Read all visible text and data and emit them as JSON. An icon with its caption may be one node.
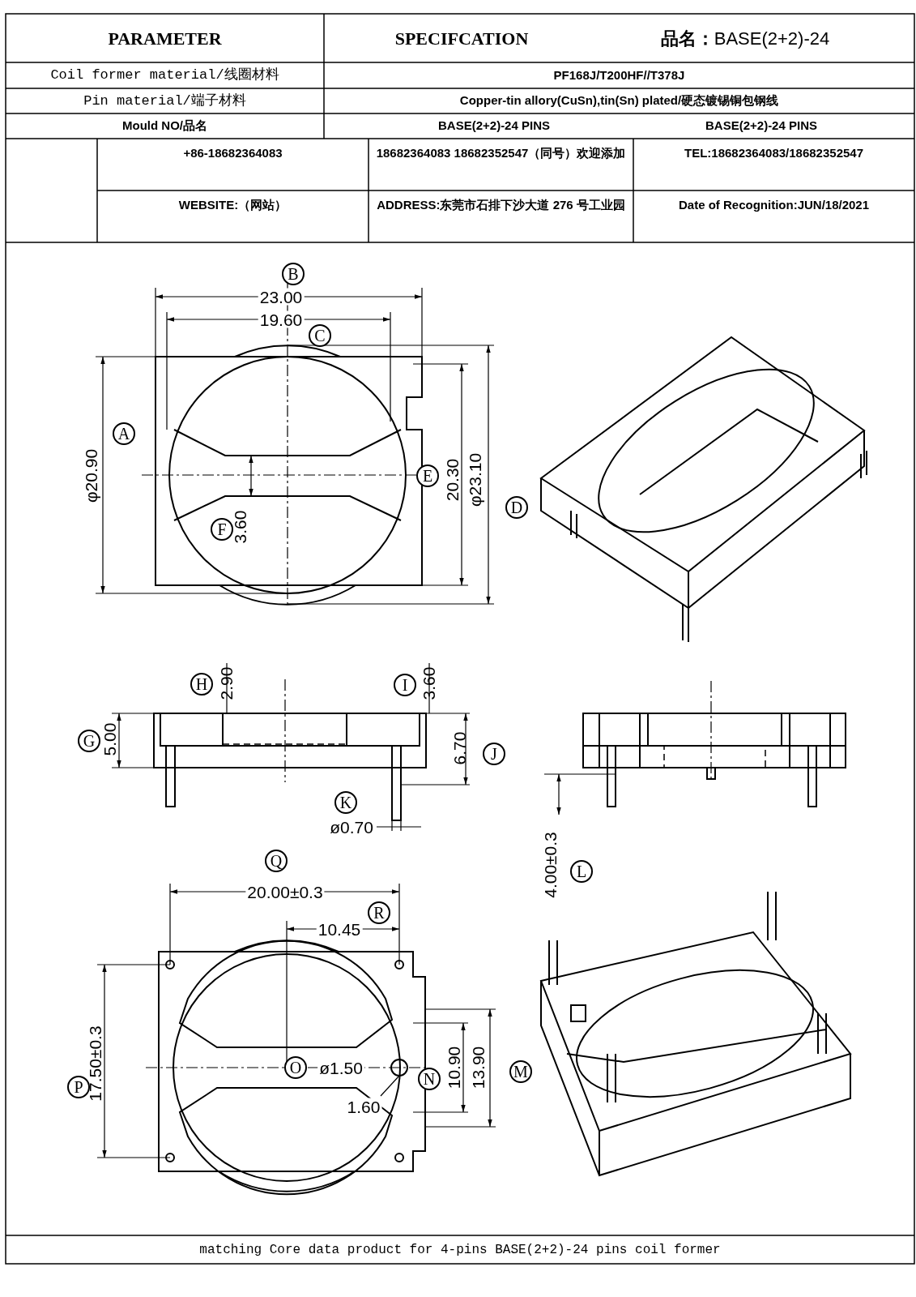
{
  "diagram": {
    "labels": [
      "PARAMETER",
      "SPECIFCATION",
      "**品名：**BASE(2+2)-24",
      "Coil former material/线圈材料",
      "PF168J/T200HF//T378J",
      "Pin material/端子材料",
      "Copper-tin allory(CuSn),tin(Sn) plated/硬态镀锡铜包钢线",
      "Mould NO/品名",
      "BASE(2+2)-24 PINS",
      "BASE(2+2)-24 PINS",
      "+86-18682364083",
      "18682364083 18682352547（同号）欢迎添加",
      "TEL:18682364083/18682352547",
      "WEBSITE:（网站）",
      "ADDRESS:东莞市石排下沙大道 276 号工业园",
      "Date of Recognition:JUN/18/2021",
      "B",
      "23.00",
      "19.60",
      "C",
      "A",
      "φ20.90",
      "E",
      "20.30",
      "φ23.10",
      "D",
      "F",
      "3.60",
      "H",
      "2.90",
      "I",
      "3.60",
      "G",
      "5.00",
      "6.70",
      "J",
      "K",
      "ø0.70",
      "L",
      "4.00±0.3",
      "Q",
      "20.00±0.3",
      "R",
      "10.45",
      "P",
      "17.50±0.3",
      "O",
      "ø1.50",
      "N",
      "10.90",
      "13.90",
      "M",
      "1.60",
      "matching Core data product for 4-pins BASE(2+2)-24 pins coil former"
    ]
  }
}
